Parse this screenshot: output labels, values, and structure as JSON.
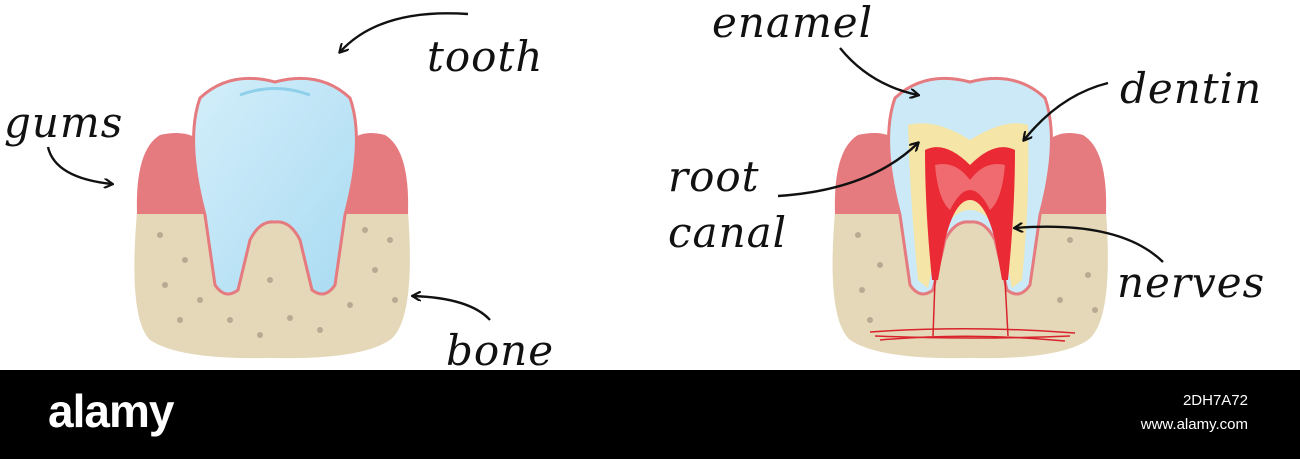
{
  "labels": {
    "tooth": "tooth",
    "gums": "gums",
    "bone": "bone",
    "enamel": "enamel",
    "dentin": "dentin",
    "root": "root",
    "canal": "canal",
    "nerves": "nerves"
  },
  "footer": {
    "brand": "alamy",
    "image_id": "2DH7A72",
    "site": "www.alamy.com"
  },
  "colors": {
    "enamel": "#bfe6f7",
    "gum": "#e57a7f",
    "bone": "#e5d8b8",
    "dentin": "#f5e5a6",
    "pulp": "#ea2a35"
  }
}
